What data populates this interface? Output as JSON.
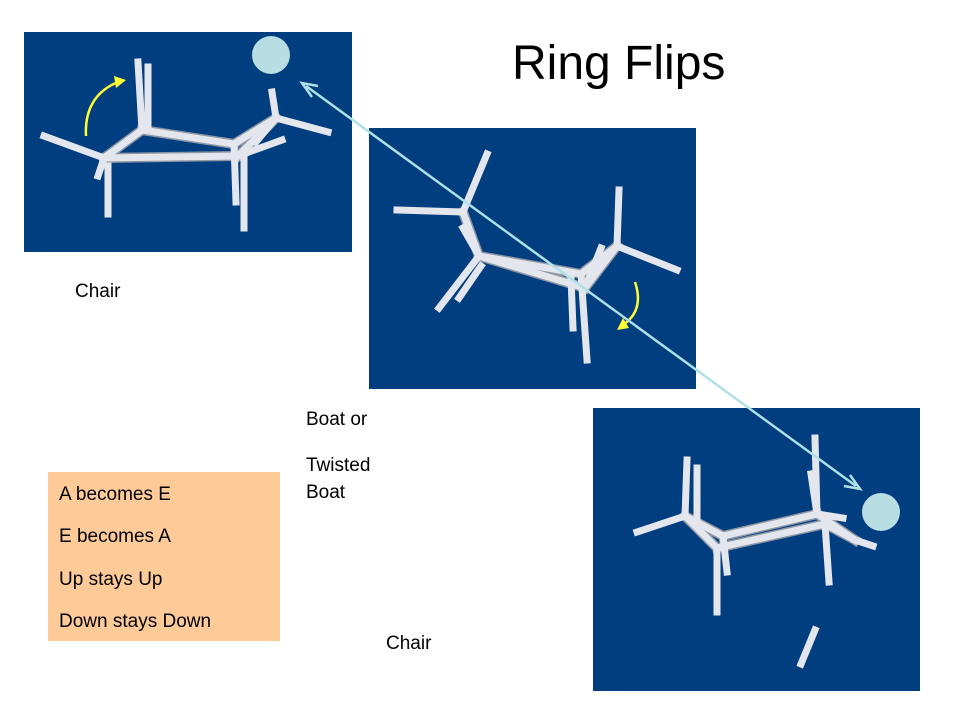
{
  "title": "Ring Flips",
  "labels": {
    "chair_top": "Chair",
    "boat_line1": "Boat or",
    "boat_line2": "Twisted",
    "boat_line3": "Boat",
    "chair_bottom": "Chair"
  },
  "rules": [
    "A becomes E",
    "E becomes A",
    "Up stays Up",
    "Down  stays Down"
  ],
  "colors": {
    "panel": "#003e80",
    "rules_box": "#fecb98",
    "arrow": "#aee0e6",
    "ball": "#b8dde2",
    "rotation_arrow": "#ffff33",
    "bond": "#e3e6ec"
  },
  "icons": {
    "molecule": "cyclohexane-stick-model",
    "rotation": "curved-arrow",
    "substituent": "substituent-ball"
  }
}
